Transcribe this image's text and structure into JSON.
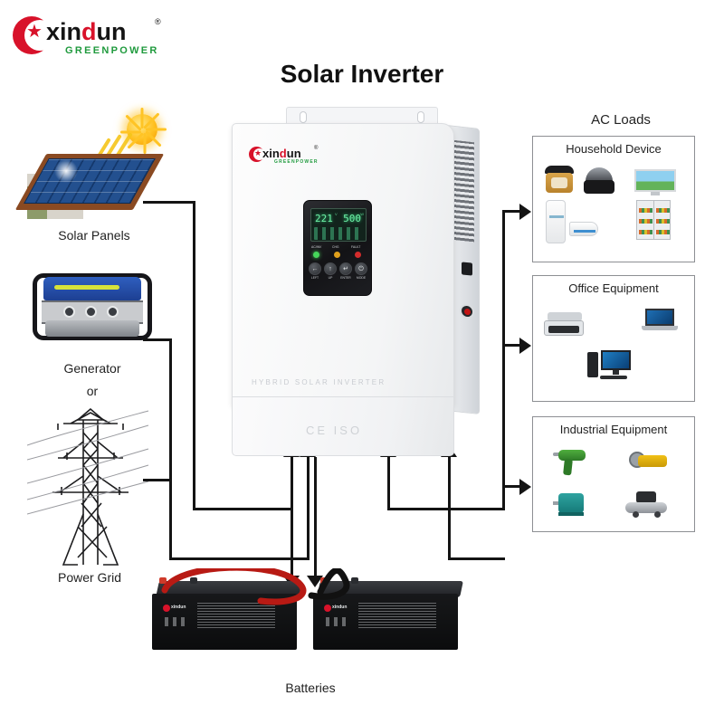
{
  "brand": {
    "name": "xindun",
    "name_accent_letter": "d",
    "tagline": "GREENPOWER",
    "registered_mark": "®",
    "logo_icon": "crescent-star-icon",
    "red": "#d8122a",
    "green": "#1f9a3d"
  },
  "page": {
    "title": "Solar Inverter"
  },
  "sources": {
    "solar": {
      "label": "Solar Panels",
      "icon": "solar-panel-icon"
    },
    "generator": {
      "label": "Generator",
      "icon": "generator-icon"
    },
    "or": {
      "label": "or"
    },
    "grid": {
      "label": "Power Grid",
      "icon": "transmission-tower-icon"
    }
  },
  "inverter": {
    "brand": "xindun",
    "brand_accent_letter": "d",
    "tagline": "GREENPOWER",
    "registered_mark": "®",
    "model_text": "HYBRID SOLAR INVERTER",
    "certifications": "CE  ISO",
    "display": {
      "voltage": "221",
      "voltage_unit": "V",
      "power": "500",
      "power_unit": "W"
    },
    "leds": [
      {
        "name": "AC/INV",
        "color": "#46d65a"
      },
      {
        "name": "CHG",
        "color": "#e0a01c"
      },
      {
        "name": "FAULT",
        "color": "#d42c2c"
      }
    ],
    "buttons": [
      {
        "label": "LEFT",
        "glyph": "←"
      },
      {
        "label": "UP",
        "glyph": "↑"
      },
      {
        "label": "ENTER",
        "glyph": "↵"
      },
      {
        "label": "MODE",
        "glyph": "⏻"
      }
    ]
  },
  "loads": {
    "heading": "AC Loads",
    "boxes": [
      {
        "title": "Household Device",
        "items": [
          "rice-cooker-icon",
          "air-fryer-icon",
          "television-icon",
          "floor-air-conditioner-icon",
          "split-air-conditioner-icon",
          "refrigerator-icon"
        ]
      },
      {
        "title": "Office Equipment",
        "items": [
          "printer-fax-icon",
          "laptop-icon",
          "desktop-computer-icon"
        ]
      },
      {
        "title": "Industrial Equipment",
        "items": [
          "electric-drill-icon",
          "angle-grinder-icon",
          "electric-motor-icon",
          "air-compressor-icon"
        ]
      }
    ]
  },
  "batteries": {
    "label": "Batteries",
    "count": 2,
    "brand": "xindun",
    "positive_cable_color": "#b81a14",
    "negative_cable_color": "#111111"
  },
  "wires": {
    "color": "#141414"
  }
}
